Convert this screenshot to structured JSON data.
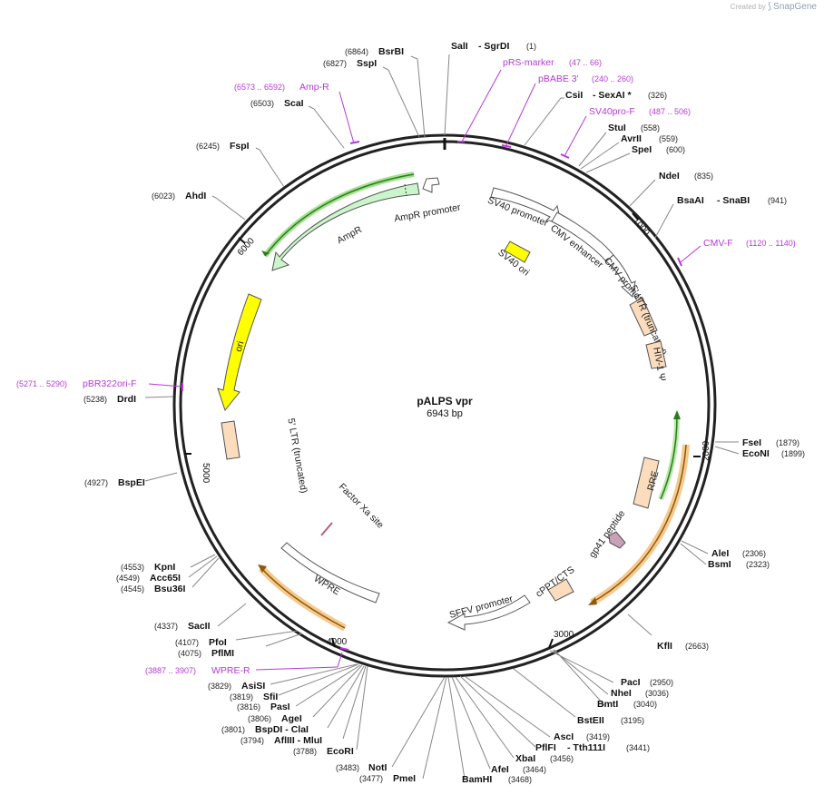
{
  "brand": {
    "created_by": "Created by",
    "name": "SnapGene"
  },
  "plasmid": {
    "name": "pALPS vpr",
    "length_label": "6943 bp",
    "length": 6943
  },
  "colors": {
    "primer": "#b53bd4",
    "backbone": "#222222",
    "ampr": "#cbf5cb",
    "ori": "#ffff00",
    "ltr": "#fbdcbc",
    "highlight": "#f7c98c",
    "green": "#5fbf2f"
  },
  "ticks": [
    "1000",
    "2000",
    "3000",
    "4000",
    "5000",
    "6000"
  ],
  "enzymes": [
    {
      "name": "SalI",
      "pos": "",
      "name2": "SgrDI",
      "pos2": "(1)"
    },
    {
      "name": "BsrBI",
      "pos": "(6864)"
    },
    {
      "name": "SspI",
      "pos": "(6827)"
    },
    {
      "name": "ScaI",
      "pos": "(6503)"
    },
    {
      "name": "FspI",
      "pos": "(6245)"
    },
    {
      "name": "AhdI",
      "pos": "(6023)"
    },
    {
      "name": "CsiI",
      "pos": "",
      "name2": "SexAI *",
      "pos2": "(326)"
    },
    {
      "name": "StuI",
      "pos": "(558)"
    },
    {
      "name": "AvrII",
      "pos": "(559)"
    },
    {
      "name": "SpeI",
      "pos": "(600)"
    },
    {
      "name": "NdeI",
      "pos": "(835)"
    },
    {
      "name": "BsaAI",
      "pos": "",
      "name2": "SnaBI",
      "pos2": "(941)"
    },
    {
      "name": "FseI",
      "pos": "(1879)"
    },
    {
      "name": "EcoNI",
      "pos": "(1899)"
    },
    {
      "name": "AleI",
      "pos": "(2306)"
    },
    {
      "name": "BsmI",
      "pos": "(2323)"
    },
    {
      "name": "KflI",
      "pos": "(2663)"
    },
    {
      "name": "PacI",
      "pos": "(2950)"
    },
    {
      "name": "NheI",
      "pos": "(3036)"
    },
    {
      "name": "BmtI",
      "pos": "(3040)"
    },
    {
      "name": "BstEII",
      "pos": "(3195)"
    },
    {
      "name": "AscI",
      "pos": "(3419)"
    },
    {
      "name": "PflFI",
      "pos": "",
      "name2": "Tth111I",
      "pos2": "(3441)"
    },
    {
      "name": "XbaI",
      "pos": "(3456)"
    },
    {
      "name": "AfeI",
      "pos": "(3464)"
    },
    {
      "name": "BamHI",
      "pos": "(3468)"
    },
    {
      "name": "NotI",
      "pos": "(3483)"
    },
    {
      "name": "PmeI",
      "pos": "(3477)"
    },
    {
      "name": "EcoRI",
      "pos": "(3788)"
    },
    {
      "name": "AflIII",
      "pos": "(3794)",
      "name2": "MluI",
      "pos2": ""
    },
    {
      "name": "BspDI",
      "pos": "(3801)",
      "name2": "ClaI",
      "pos2": ""
    },
    {
      "name": "AgeI",
      "pos": "(3806)"
    },
    {
      "name": "PasI",
      "pos": "(3816)"
    },
    {
      "name": "SfiI",
      "pos": "(3819)"
    },
    {
      "name": "AsiSI",
      "pos": "(3829)"
    },
    {
      "name": "PflMI",
      "pos": "(4075)"
    },
    {
      "name": "PfoI",
      "pos": "(4107)"
    },
    {
      "name": "SacII",
      "pos": "(4337)"
    },
    {
      "name": "Bsu36I",
      "pos": "(4545)"
    },
    {
      "name": "Acc65I",
      "pos": "(4549)"
    },
    {
      "name": "KpnI",
      "pos": "(4553)"
    },
    {
      "name": "BspEI",
      "pos": "(4927)"
    },
    {
      "name": "DrdI",
      "pos": "(5238)"
    }
  ],
  "primers": [
    {
      "name": "pRS-marker",
      "range": "(47 .. 66)"
    },
    {
      "name": "pBABE 3'",
      "range": "(240 .. 260)"
    },
    {
      "name": "SV40pro-F",
      "range": "(487 .. 506)"
    },
    {
      "name": "Amp-R",
      "range": "(6573 .. 6592)"
    },
    {
      "name": "CMV-F",
      "range": "(1120 .. 1140)"
    },
    {
      "name": "pBR322ori-F",
      "range": "(5271 .. 5290)"
    },
    {
      "name": "WPRE-R",
      "range": "(3887 .. 3907)"
    }
  ],
  "features": {
    "ampr_promoter": "AmpR promoter",
    "ampr": "AmpR",
    "sv40_promoter": "SV40 promoter",
    "sv40_ori": "SV40 ori",
    "cmv_enhancer": "CMV enhancer",
    "cmv_promoter": "CMV promoter",
    "ltr5_top": "5' LTR (truncated)",
    "hiv_psi": "HIV-1 Ψ",
    "rre": "RRE",
    "gp41": "gp41 peptide",
    "cppt": "cPPT/CTS",
    "sffv": "SFFV promoter",
    "wpre": "WPRE",
    "factor_xa": "Factor Xa site",
    "ori": "ori",
    "ltr5_left": "5' LTR (truncated)"
  }
}
